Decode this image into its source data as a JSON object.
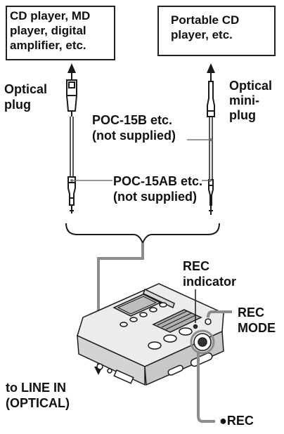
{
  "boxes": {
    "source_devices": "CD player, MD\nplayer, digital\namplifier, etc.",
    "portable_cd": "Portable CD\nplayer, etc."
  },
  "labels": {
    "optical_plug": "Optical\nplug",
    "optical_mini_plug": "Optical\nmini-\nplug",
    "poc_15b": "POC-15B etc.\n(not supplied)",
    "poc_15ab": "POC-15AB etc.\n(not supplied)",
    "rec_indicator": "REC\nindicator",
    "rec_mode": "REC\nMODE",
    "line_in": "to LINE IN\n(OPTICAL)",
    "rec_button": "●REC"
  },
  "colors": {
    "line": "#1a1a1a",
    "gray_cable": "#8c8c8c",
    "device_body": "#e6e6e6"
  }
}
